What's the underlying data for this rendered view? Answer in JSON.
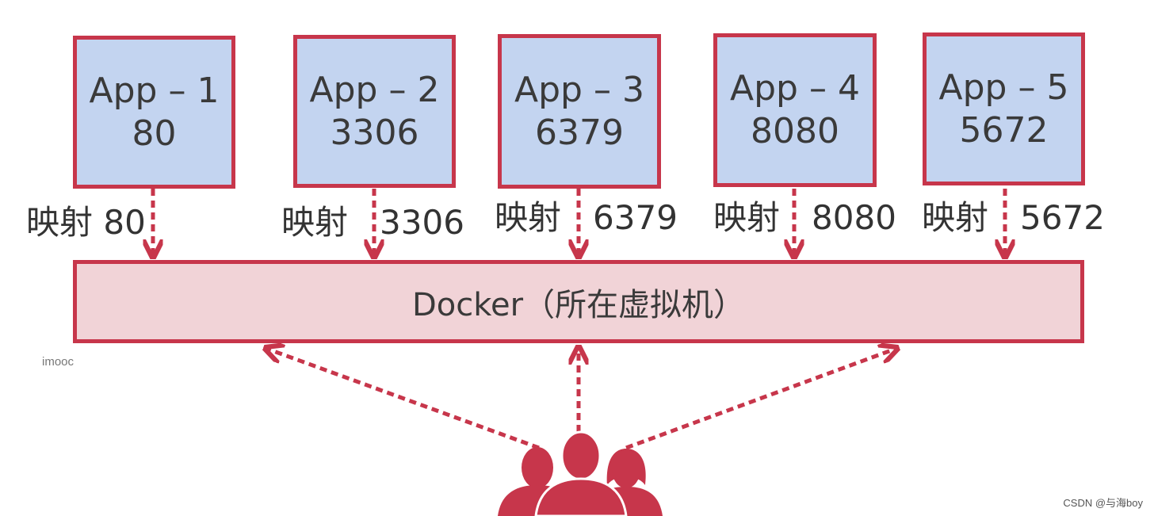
{
  "apps": [
    {
      "name": "App – 1",
      "port": "80",
      "mapping": "映射 80"
    },
    {
      "name": "App – 2",
      "port": "3306",
      "mapping": "映射   3306"
    },
    {
      "name": "App – 3",
      "port": "6379",
      "mapping": "映射   6379"
    },
    {
      "name": "App – 4",
      "port": "8080",
      "mapping": "映射   8080"
    },
    {
      "name": "App – 5",
      "port": "5672",
      "mapping": "映射   5672"
    }
  ],
  "docker": {
    "label": "Docker（所在虚拟机）"
  },
  "watermark": "imooc",
  "credit": "CSDN @与海boy",
  "colors": {
    "accent": "#c7364b",
    "app_fill": "#c3d4f0",
    "docker_fill": "#f1d3d7"
  }
}
